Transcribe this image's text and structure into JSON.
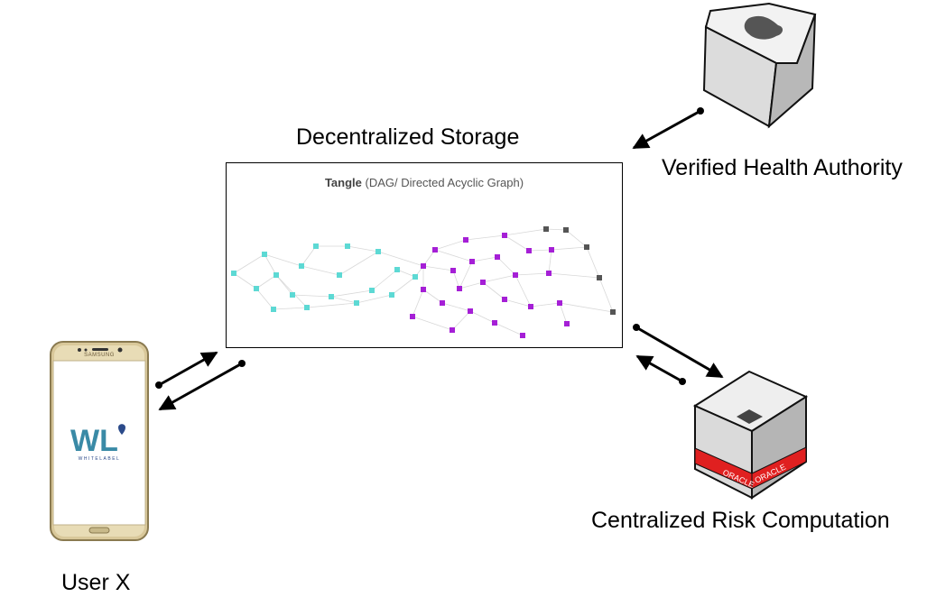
{
  "labels": {
    "storage": "Decentralized Storage",
    "health_authority": "Verified Health Authority",
    "risk": "Centralized Risk Computation",
    "user": "User X"
  },
  "tangle": {
    "title_bold": "Tangle",
    "title_rest": " (DAG/ Directed Acyclic Graph)"
  },
  "phone": {
    "brand": "SAMSUNG",
    "logo_letters": "WL",
    "logo_text": "WHITELABEL"
  },
  "oracle": {
    "brand": "ORACLE"
  },
  "colors": {
    "teal": "#5dd9d4",
    "purple": "#a51fd6",
    "gray": "#555555",
    "oracle_red": "#e02020"
  }
}
